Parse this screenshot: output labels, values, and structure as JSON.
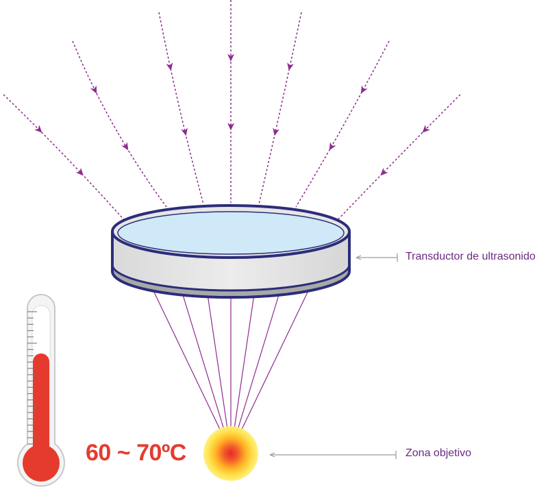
{
  "labels": {
    "transducer": "Transductor de ultrasonido",
    "target_zone": "Zona objetivo",
    "temperature": "60 ~ 70ºC"
  },
  "colors": {
    "incoming_wave": "#8e2a8e",
    "focused_beam": "#8e2a8e",
    "label_text": "#6b2a80",
    "transducer_outline": "#2b2d7a",
    "transducer_face": "#cfe9f8",
    "transducer_body": "#e3e3e3",
    "temperature_text": "#e53b2f",
    "mercury": "#e53b2f",
    "pointer_line": "#9a9a9a"
  },
  "icons": {
    "thermometer": "thermometer-icon",
    "focal_spot": "heat-spot-icon"
  }
}
